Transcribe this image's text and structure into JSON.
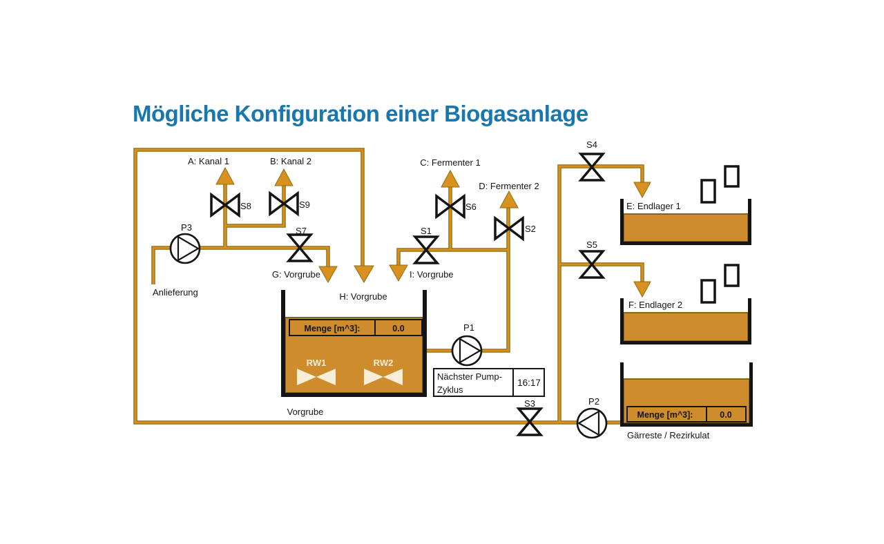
{
  "title": "Mögliche Konfiguration einer Biogasanlage",
  "colors": {
    "title-color": "#1878ad",
    "pipe": "#d8901e",
    "pipe-dark": "#8f6d14",
    "liquid": "#ce8c2d",
    "liquid-edge": "#856512",
    "ink": "#141414",
    "rw-fill": "#f6eed6"
  },
  "diagram": {
    "destinations": {
      "a": "A: Kanal 1",
      "b": "B: Kanal 2",
      "c": "C: Fermenter 1",
      "d": "D: Fermenter 2",
      "e": "E: Endlager 1",
      "f": "F: Endlager 2",
      "g": "G: Vorgrube",
      "h": "H: Vorgrube",
      "i": "I: Vorgrube"
    },
    "valves": {
      "s1": "S1",
      "s2": "S2",
      "s3": "S3",
      "s4": "S4",
      "s5": "S5",
      "s6": "S6",
      "s7": "S7",
      "s8": "S8",
      "s9": "S9"
    },
    "pumps": {
      "p1": "P1",
      "p2": "P2",
      "p3": "P3"
    },
    "agitators": {
      "rw1": "RW1",
      "rw2": "RW2"
    },
    "labels": {
      "inflow": "Anlieferung",
      "pit": "Vorgrube",
      "digestate": "Gärreste / Rezirkulat"
    },
    "pit_tank": {
      "menge_label": "Menge [m^3]:",
      "menge_value": "0.0"
    },
    "digestate_tank": {
      "menge_label": "Menge [m^3]:",
      "menge_value": "0.0"
    },
    "pump_cycle": {
      "line1": "Nächster Pump-",
      "line2": "Zyklus",
      "time": "16:17"
    }
  }
}
